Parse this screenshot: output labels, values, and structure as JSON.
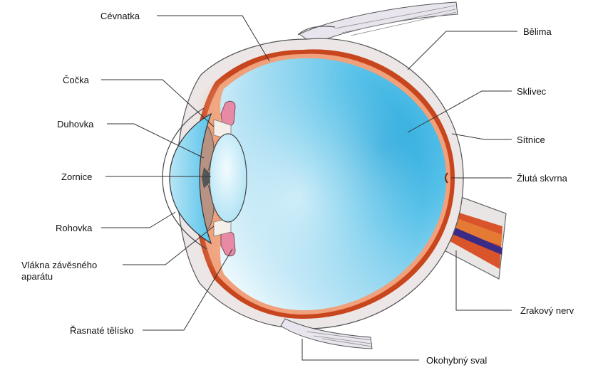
{
  "diagram": {
    "labels": {
      "cevnatka": "Cévnatka",
      "cocka": "Čočka",
      "duhovka": "Duhovka",
      "zornice": "Zornice",
      "rohovka": "Rohovka",
      "vlakna_line1": "Vlákna závěsného",
      "vlakna_line2": "aparátu",
      "rasnate": "Řasnaté tělísko",
      "belima": "Bělima",
      "sklivec": "Sklivec",
      "sitnice": "Sítnice",
      "zluta_skvrna": "Žlutá skvrna",
      "zrakovy_nerv": "Zrakový nerv",
      "okohybny_sval": "Okohybný sval"
    },
    "colors": {
      "vitreous": "#5cc6ea",
      "vitreous_light": "#e6f6fc",
      "choroid_band": "#c8461e",
      "sclera": "#ece7e6",
      "iris": "#b89384",
      "ciliary_body": "#e88aa6",
      "cornea": "#7fd2ee",
      "nerve_vessel": "#3a2b86",
      "outline": "#444444"
    }
  }
}
